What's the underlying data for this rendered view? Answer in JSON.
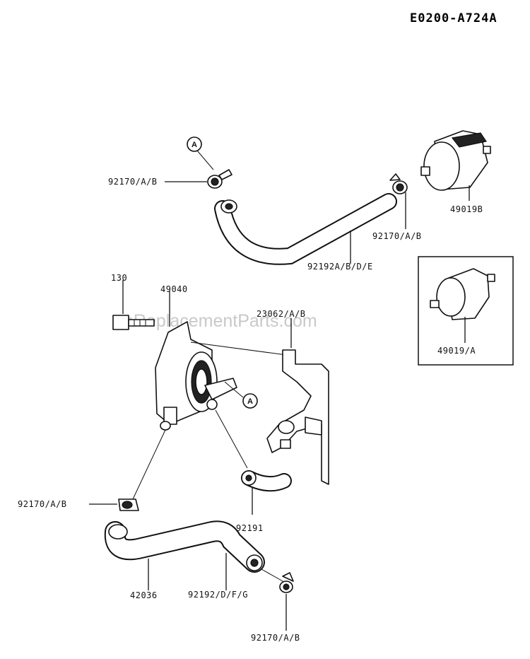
{
  "diagram": {
    "code": "E0200-A724A",
    "watermark": "eReplacementParts.com",
    "callout_ref": "A",
    "labels": {
      "clamp_top": "92170/A/B",
      "clamp_mid": "92170/A/B",
      "clamp_left": "92170/A/B",
      "clamp_bottom": "92170/A/B",
      "filter_big": "49019B",
      "filter_alt": "49019/A",
      "hose_top": "92192A/B/D/E",
      "bolt": "130",
      "pump": "49040",
      "bracket": "23062/A/B",
      "hose_short": "92191",
      "hose_long": "42036",
      "hose_bottom": "92192/D/F/G"
    }
  }
}
